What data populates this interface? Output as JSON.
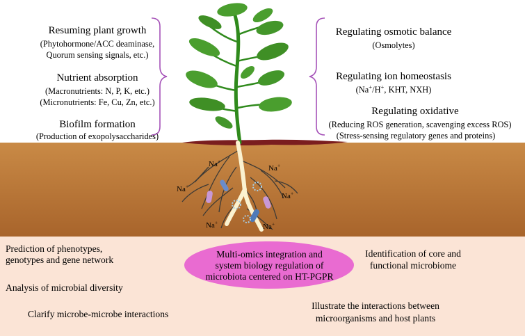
{
  "left_top": {
    "growth": {
      "title": "Resuming plant growth",
      "line1": "(Phytohormone/ACC deaminase,",
      "line2": "Quorum sensing signals, etc.)"
    },
    "nutrient": {
      "title": "Nutrient absorption",
      "line1": "(Macronutrients: N, P, K, etc.)",
      "line2": "(Micronutrients: Fe, Cu, Zn, etc.)"
    },
    "biofilm": {
      "title": "Biofilm formation",
      "line1": "(Production of exopolysaccharides)"
    }
  },
  "right_top": {
    "osmotic": {
      "title": "Regulating osmotic balance",
      "line1": "(Osmolytes)"
    },
    "ion": {
      "title": "Regulating ion homeostasis",
      "line1_pre": "(Na",
      "line1_sup1": "+",
      "line1_mid": "/H",
      "line1_sup2": "+",
      "line1_post": ", KHT, NXH)"
    },
    "oxidative": {
      "title": "Regulating oxidative",
      "line1": "(Reducing ROS generation, scavenging excess ROS)",
      "line2": "(Stress-sensing regulatory genes and proteins)"
    }
  },
  "soil_ions": {
    "base": "Na",
    "charge": "+"
  },
  "bottom": {
    "prediction_line1": "Prediction of phenotypes,",
    "prediction_line2": "genotypes and gene network",
    "diversity": "Analysis of microbial diversity",
    "clarify": "Clarify microbe-microbe interactions",
    "core_line1": "Identification of core and",
    "core_line2": "functional microbiome",
    "illustrate_line1": "Illustrate the interactions between",
    "illustrate_line2": "microorganisms and host plants",
    "ellipse_line1": "Multi-omics integration and",
    "ellipse_line2": "system biology regulation of",
    "ellipse_line3": "microbiota centered on HT-PGPR"
  },
  "colors": {
    "soil_top": "#c98a46",
    "soil_bottom": "#a8642b",
    "soil_surface": "#7a1d1f",
    "bottom_panel": "#fbe4d6",
    "ellipse": "#e96bd1",
    "bracket": "#a552b8",
    "stem": "#2f8a1c",
    "leaf": "#4a9e2e",
    "root_main": "#fbf2d0",
    "root_fine": "#3d3a36"
  }
}
